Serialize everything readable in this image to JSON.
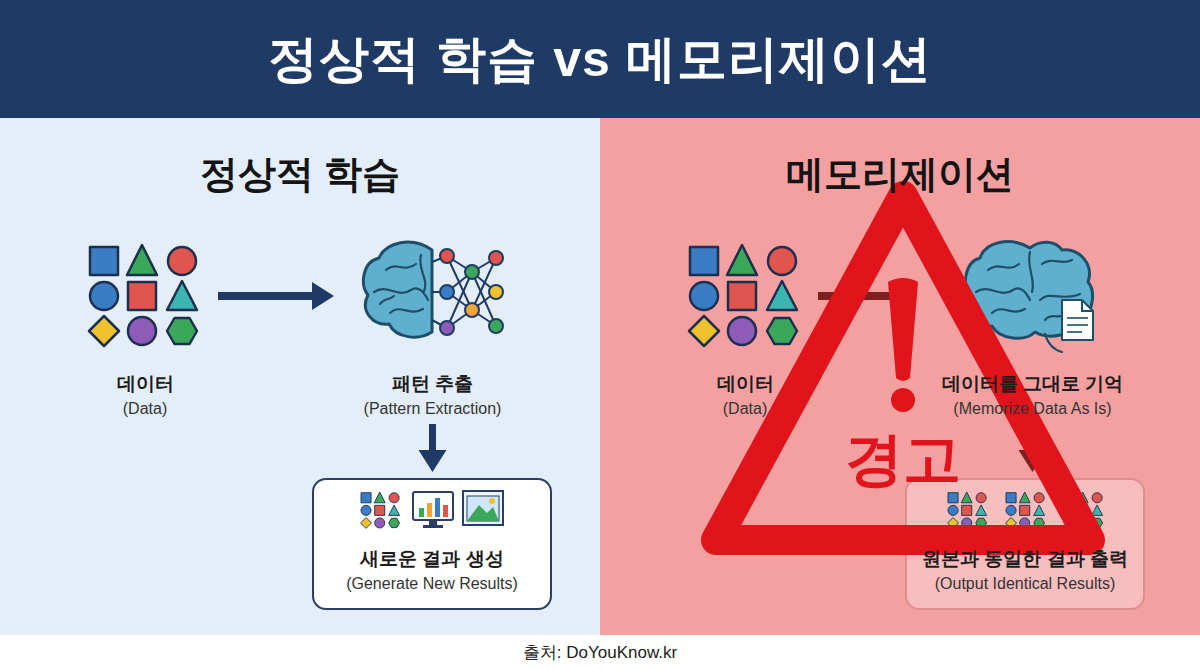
{
  "diagram": {
    "title": "정상적 학습 vs 메모리제이션",
    "caption": "출처: DoYouKnow.kr",
    "nodes": [
      {
        "text": [
          "정상적 학습"
        ]
      },
      {
        "text": [
          "데이터",
          "(Data)"
        ],
        "in": 0
      },
      {
        "text": [
          "패턴 추출",
          "(Pattern Extraction)"
        ],
        "in": 0
      },
      {
        "text": [
          "새로운 결과 생성",
          "(Generate New Results)"
        ],
        "in": 0
      },
      {
        "text": [
          "메모리제이션"
        ]
      },
      {
        "text": [
          "데이터",
          "(Data)"
        ],
        "in": 4
      },
      {
        "text": [
          "데이터를 그대로 기억",
          "(Memorize Data As Is)"
        ],
        "in": 4
      },
      {
        "text": [
          "원본과 동일한 결과 출력",
          "(Output Identical Results)"
        ],
        "in": 4
      },
      {
        "text": [
          "경고"
        ],
        "in": 4
      }
    ],
    "edges": [
      {
        "from": 1,
        "to": 2,
        "arrow": "to"
      },
      {
        "from": 2,
        "to": 3,
        "arrow": "to"
      },
      {
        "from": 5,
        "to": 6,
        "arrow": "to"
      },
      {
        "from": 6,
        "to": 7,
        "arrow": "to"
      }
    ]
  }
}
